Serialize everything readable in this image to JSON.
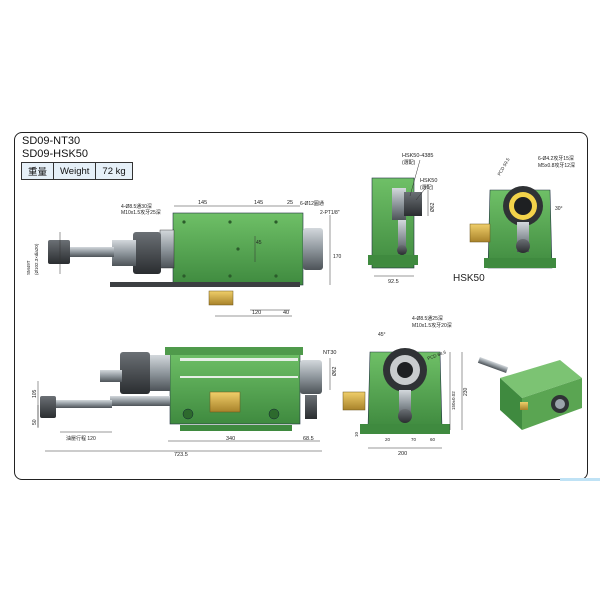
{
  "header": {
    "model_line_1": "SD09-NT30",
    "model_line_2": "SD09-HSK50"
  },
  "spec_table": {
    "label_cn": "重量",
    "label_en": "Weight",
    "value": "72 kg"
  },
  "top_view": {
    "dim_145_a": "145",
    "dim_145_b": "145",
    "dim_25": "25",
    "dim_45": "45",
    "dim_40": "40",
    "dim_120": "120",
    "dim_170": "170",
    "note_holes": "4-Ø8.5通30深",
    "note_thread": "M10x1.5攻牙25深",
    "note_pin": "6-Ø12圓通",
    "note_pt": "2-PT1/8\"",
    "dim_spindle": "SM49T",
    "dim_spindle_2": "(Ø102.3×dia20)"
  },
  "front_view": {
    "label_nt30": "NT30",
    "dim_105": "105",
    "dim_50": "50",
    "dim_340": "340",
    "dim_68_5": "68.5",
    "dim_723_5": "723.5",
    "label_stroke": "油壓行程 120",
    "dim_d62": "Ø62"
  },
  "hsk_view": {
    "label_hsk4385": "HSK50-4385",
    "label_hsk4385_note": "(選配)",
    "label_hsk50": "HSK50",
    "label_hsk50_note": "(選配)",
    "dim_92_5": "92.5",
    "dim_62": "Ø62",
    "big_label": "HSK50"
  },
  "hsk_end_view": {
    "note_holes": "6-Ø4.2攻牙15深",
    "note_thread": "M5x0.8攻牙12深",
    "label_pcd": "PCD 59.5",
    "dim_30": "30°"
  },
  "end_view": {
    "dim_45deg": "45°",
    "note_holes": "4-Ø8.5通25深",
    "note_thread": "M10x1.5攻牙20深",
    "label_pcd": "PCD 64.6",
    "dim_230": "230",
    "dim_150": "150±0.02",
    "dim_10": "10",
    "dim_20": "20",
    "dim_70": "70",
    "dim_200": "200",
    "dim_60": "60"
  },
  "colors": {
    "body_green": "#5fb05a",
    "body_green_dark": "#3f8a3f",
    "steel": "#9aa3aa",
    "steel_dark": "#4a4f55",
    "brass": "#d9b24a",
    "dim_line": "#333333"
  }
}
